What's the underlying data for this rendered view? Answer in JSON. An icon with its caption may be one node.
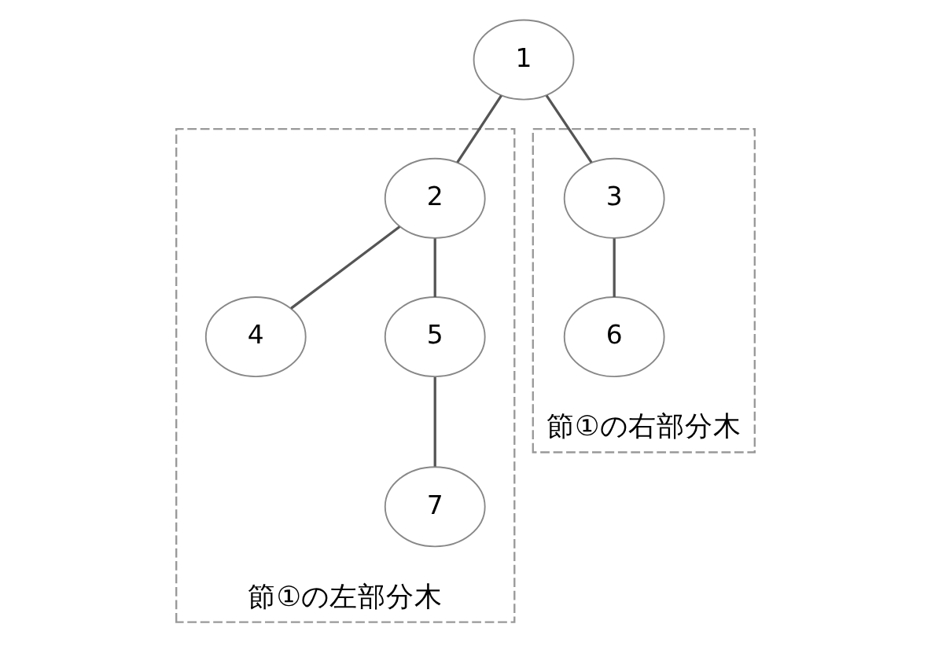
{
  "diagram": {
    "nodes": [
      {
        "text": [
          "1"
        ]
      },
      {
        "text": [
          "節①の左部分木"
        ]
      },
      {
        "text": [
          "2"
        ],
        "in": 1
      },
      {
        "text": [
          "4"
        ],
        "in": 1
      },
      {
        "text": [
          "5"
        ],
        "in": 1
      },
      {
        "text": [
          "7"
        ],
        "in": 1
      },
      {
        "text": [
          "節①の右部分木"
        ]
      },
      {
        "text": [
          "3"
        ],
        "in": 6
      },
      {
        "text": [
          "6"
        ],
        "in": 6
      }
    ],
    "edges": [
      {
        "from": 0,
        "to": 2,
        "arrow": "none"
      },
      {
        "from": 0,
        "to": 7,
        "arrow": "none"
      },
      {
        "from": 2,
        "to": 3,
        "arrow": "none"
      },
      {
        "from": 2,
        "to": 4,
        "arrow": "none"
      },
      {
        "from": 4,
        "to": 5,
        "arrow": "none"
      },
      {
        "from": 7,
        "to": 8,
        "arrow": "none"
      }
    ]
  }
}
